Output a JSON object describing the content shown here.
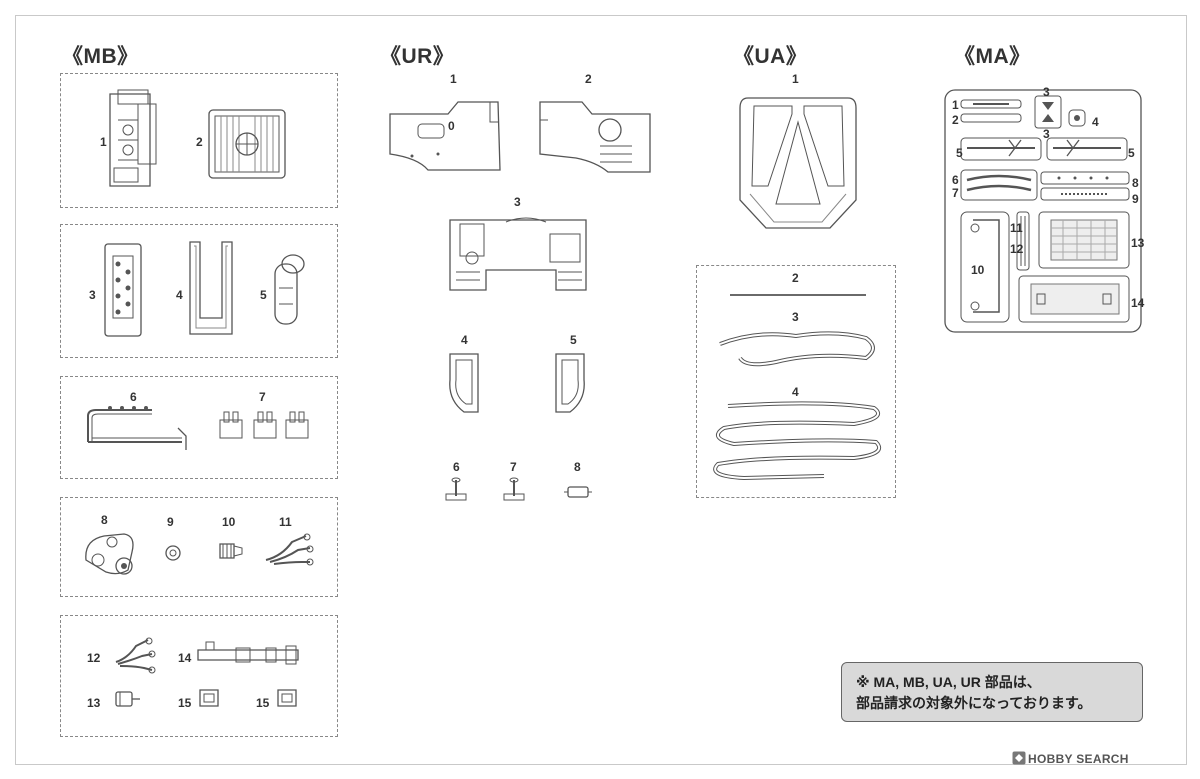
{
  "sections": {
    "mb": "《MB》",
    "ur": "《UR》",
    "ua": "《UA》",
    "ma": "《MA》"
  },
  "mb_labels": [
    "1",
    "2",
    "3",
    "4",
    "5",
    "6",
    "7",
    "8",
    "9",
    "10",
    "11",
    "12",
    "13",
    "14",
    "15",
    "15"
  ],
  "ur_labels": [
    "1",
    "2",
    "3",
    "4",
    "5",
    "6",
    "7",
    "8"
  ],
  "ur_mark": "0",
  "ua_labels": [
    "1",
    "2",
    "3",
    "4"
  ],
  "ma_labels": [
    "1",
    "2",
    "3",
    "3",
    "4",
    "5",
    "5",
    "6",
    "7",
    "8",
    "9",
    "10",
    "11",
    "12",
    "13",
    "14"
  ],
  "note": {
    "line1": "※ MA, MB, UA, UR 部品は、",
    "line2": "部品請求の対象外になっております。"
  },
  "watermark": "HOBBY SEARCH",
  "colors": {
    "line": "#555555",
    "note_bg": "#d9d9d9"
  }
}
